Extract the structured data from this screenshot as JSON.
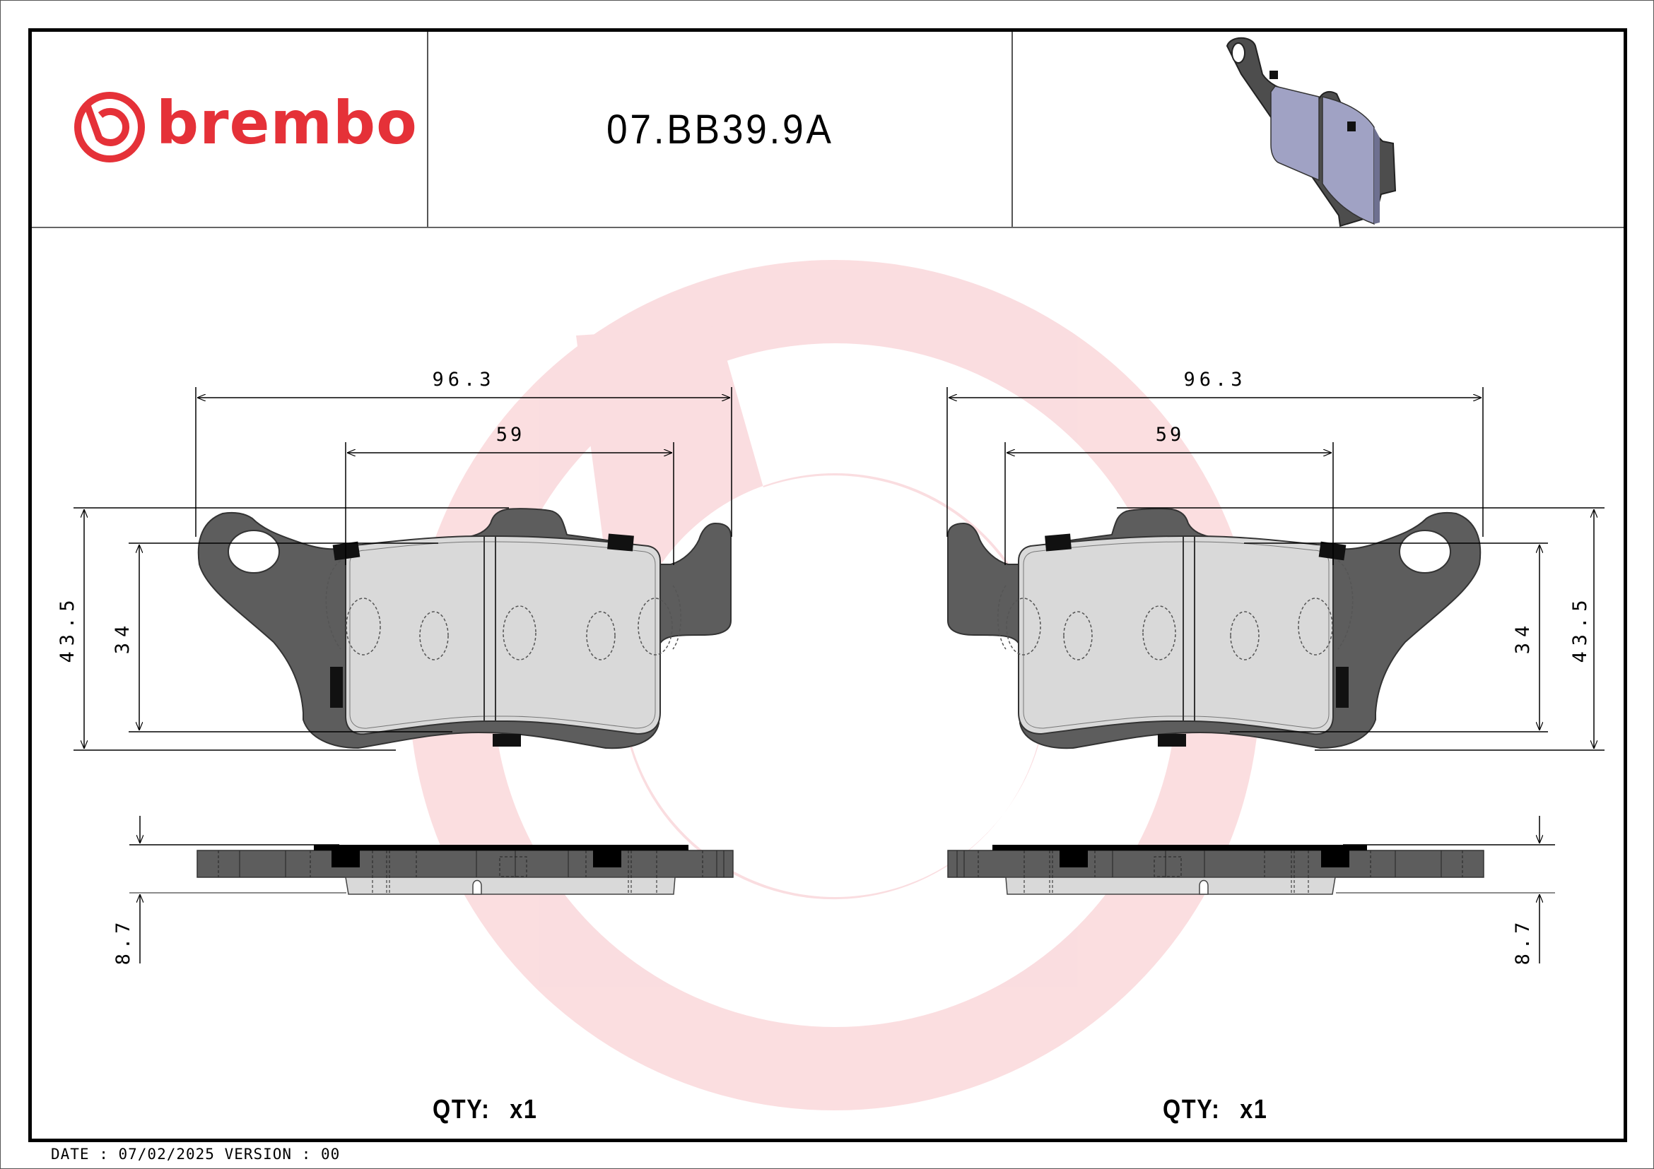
{
  "header": {
    "brand": "brembo",
    "brand_color": "#e53138",
    "part_number": "07.BB39.9A",
    "thumbnail_icon": "brake-pad-3d-render-icon"
  },
  "drawing": {
    "watermark_icon": "brembo-logo-watermark",
    "watermark_color": "#f9d5d8",
    "left_view": {
      "dim_overall_width": "96.3",
      "dim_friction_width": "59",
      "dim_overall_height": "43.5",
      "dim_friction_height": "34",
      "dim_thickness": "8.7",
      "qty_label": "QTY:",
      "qty_value": "x1"
    },
    "right_view": {
      "dim_overall_width": "96.3",
      "dim_friction_width": "59",
      "dim_overall_height": "43.5",
      "dim_friction_height": "34",
      "dim_thickness": "8.7",
      "qty_label": "QTY:",
      "qty_value": "x1"
    },
    "colors": {
      "backplate": "#5d5d5d",
      "friction": "#d9d9d9",
      "shim": "#000000",
      "thumbnail_friction": "#a0a2c4"
    }
  },
  "footer": {
    "date_label": "DATE",
    "date_value": "07/02/2025",
    "version_label": "VERSION",
    "version_value": "00",
    "text": "DATE : 07/02/2025 VERSION : 00"
  }
}
